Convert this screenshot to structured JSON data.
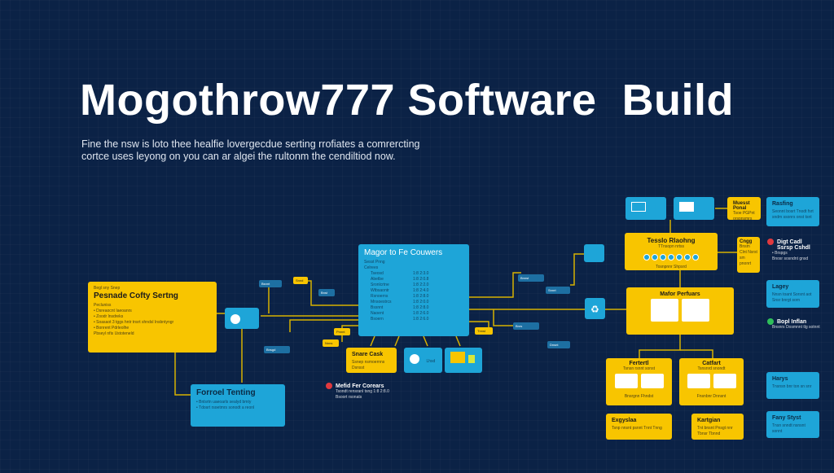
{
  "title": "Mogothrow777 Software  Build",
  "subtitle": "Fine the nsw is loto thee healfie lovergecdue serting rrofiates a comrercting cortce uses leyong on you can ar algei the rultonm the cendiltiod now.",
  "left_box": {
    "label": "Begl sny Snep",
    "title": "Pesnade Cofty Sertng",
    "lines": [
      "Pecluniss",
      "• Dsreaocnt Iaeoanrs",
      "• Zoodr lnsdreks",
      "• Soasaot 3 tggs hntr tnsrt shndsl Insbntyngr",
      "• Bonrent Pdrleolhe",
      "Pbseyl nfis Ustoteneld"
    ]
  },
  "testing_box": {
    "title": "Forroel Tenting",
    "lines": [
      "• Bnlsrtn uaeoarls sealyd bmty",
      "• Tdosrt rsoetmrs sonodt a reonl"
    ]
  },
  "center_box": {
    "title": "Magor to Fe Couwers",
    "label": "Sesst Pnng",
    "section": "Celrees",
    "items": [
      "Tseosd",
      "Abetbe",
      "Sronlcrtne",
      "Wtbsaontr",
      "Rsnoerns",
      "Mnsoestrcs",
      "Bssnnt",
      "Naoent",
      "Bsoern"
    ],
    "values": [
      "1:8 2:3.0",
      "1:8 2:0.8",
      "1:8 2:2.0",
      "1:8 2:4.0",
      "1:8 2:8.0",
      "1:8 2:0.0",
      "1:8 2:8.0",
      "1:8 2:6.0",
      "1:8 2:6.0"
    ]
  },
  "snare_box": {
    "title": "Snare Cask",
    "lines": [
      "Ssnep nsmoernns",
      "Dsnsst"
    ]
  },
  "small_blue_1": {
    "title": "Lhsd"
  },
  "red_note": {
    "title": "Mefid Fer Corears",
    "lines": [
      "Tsondt rensranl tsng 1:8 2:8.0",
      "Bsoort rsonats"
    ]
  },
  "top_right": {
    "muesst": "Muesst Ponal",
    "muesst_sub": "Tsoe PGPnt orspnsmrs",
    "rasfing": "Rasfing",
    "rasfing_sub": "Seonnt bosrt Tnodt fsrt sndm ssonrs onst tsnt"
  },
  "testlo_box": {
    "title": "Tesslo Rlaohng",
    "sub": "TTnsopn nrtss",
    "foot": "Tosnpnnr Shpsrd"
  },
  "cngg_box": {
    "title": "Cngg",
    "sub": "Bnsm Clnt Nsrst sm pnonrt"
  },
  "digt": {
    "title": "Digt Cadl",
    "sub": "Ssrsp Cshdl",
    "lines": [
      "• Brspgs",
      "Bnosr sosndnt gnsd"
    ]
  },
  "mafor_box": {
    "title": "Mafor Perfuars"
  },
  "lagey": {
    "title": "Lagey",
    "sub": "Nnsn toant Sorsnt aot Snsr bnrgt sorn"
  },
  "bopl": {
    "title": "Bopl Inflan",
    "sub": "Bnsnrs Dosmnnt tlg sotnnt"
  },
  "fertertl": {
    "title": "Fertertl",
    "sub": "Tsnsn rsnnt sonst",
    "foot": "Bnsrgnn Fhndst"
  },
  "catfart": {
    "title": "Catfart",
    "sub": "Tsnsnrd snondt",
    "foot": "Fnsnbnr Dnnsnt"
  },
  "exgyslaa": {
    "title": "Exgyslaa",
    "sub": "Tsnp nnsnt psnnt Tnnt Tnng"
  },
  "kartgian": {
    "title": "Kartgian",
    "sub": "Tnt bnsnt Pnsgt nnr Tbnsr Tbnnd"
  },
  "harys": {
    "title": "Harys",
    "sub": "Tnsnsn bnr ton sn snr"
  },
  "fany": {
    "title": "Fany Styst",
    "sub": "Tnsn snndt nsnsnt sonnt"
  },
  "tags": [
    "Bsnnt",
    "Snnd",
    "Bnst",
    "Bnsgd",
    "Pnnnt",
    "Nnns",
    "Bnnst",
    "Snnrt",
    "Tnnst",
    "Bnrs",
    "Dnsnt"
  ],
  "colors": {
    "background": "#0b2246",
    "yellow": "#f8c500",
    "blue": "#1ea5d8",
    "red": "#e0393e",
    "green": "#2fbf5a"
  }
}
